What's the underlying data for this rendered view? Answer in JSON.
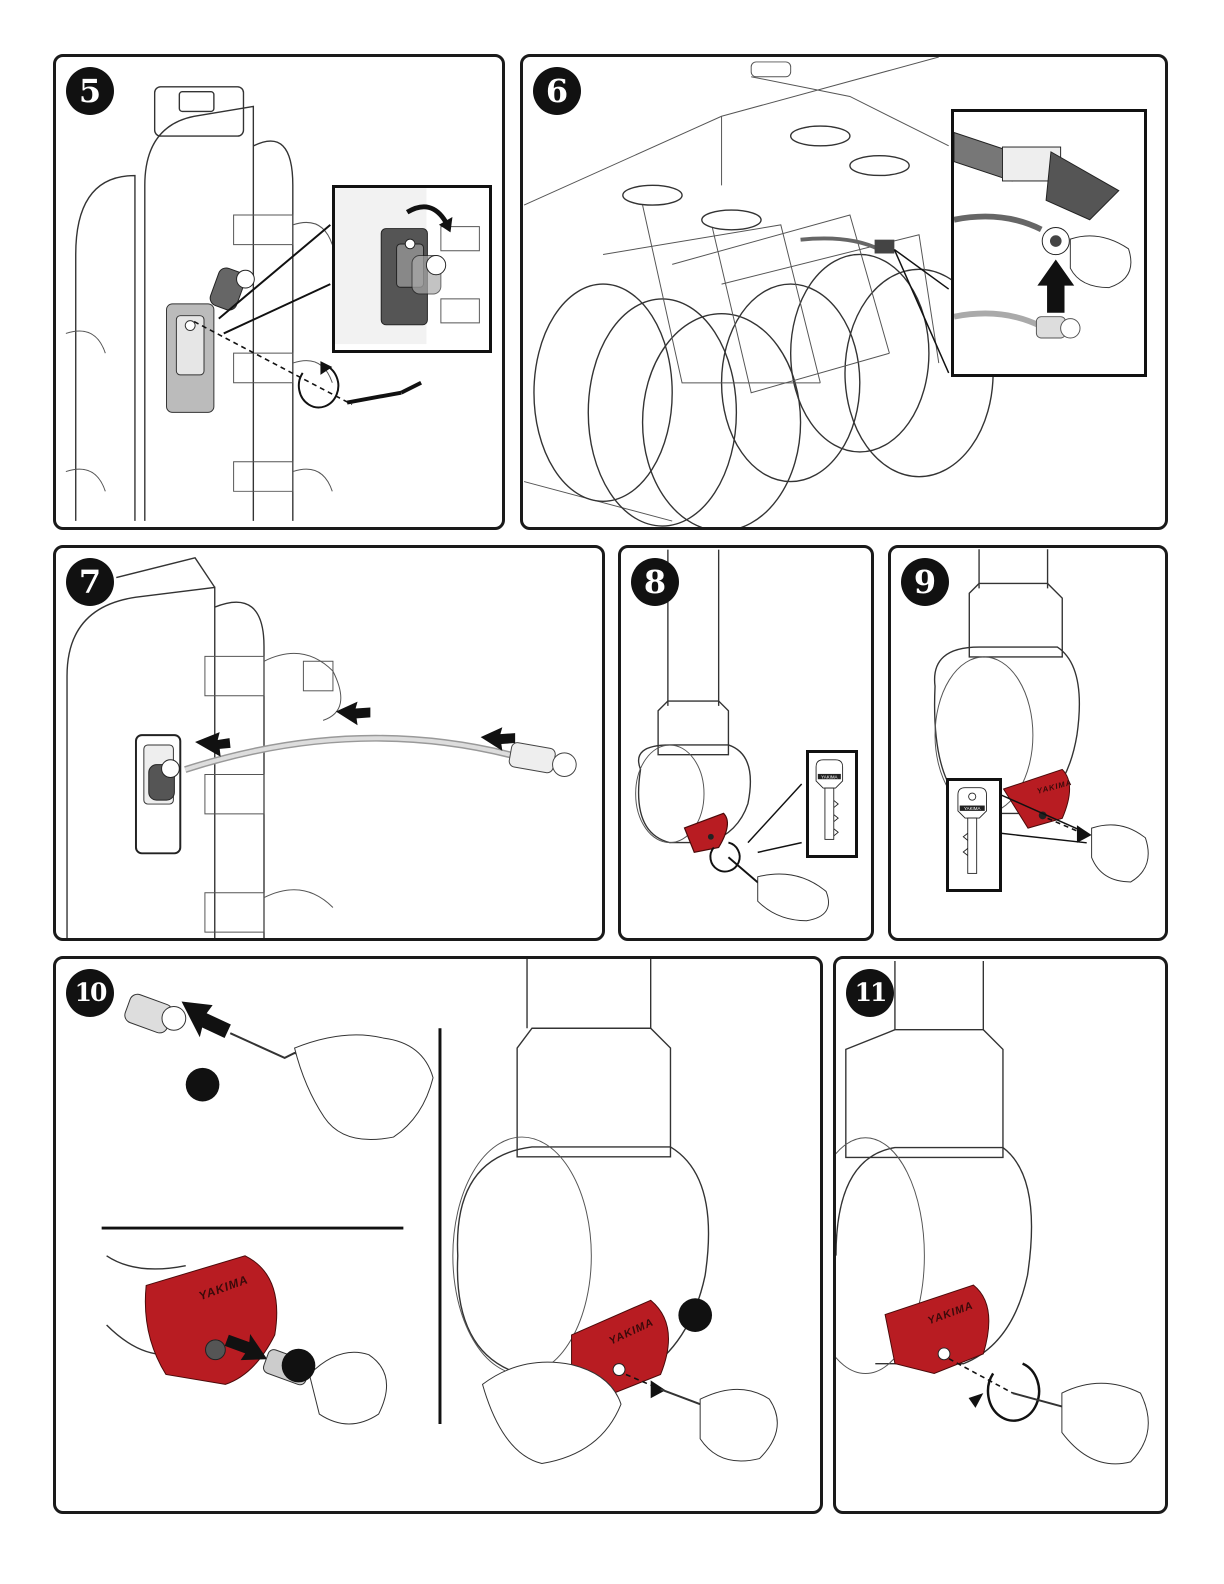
{
  "steps": [
    {
      "id": "5",
      "label": "5"
    },
    {
      "id": "6",
      "label": "6"
    },
    {
      "id": "7",
      "label": "7"
    },
    {
      "id": "8",
      "label": "8"
    },
    {
      "id": "9",
      "label": "9"
    },
    {
      "id": "10",
      "label": "10"
    },
    {
      "id": "11",
      "label": "11"
    }
  ],
  "brand": {
    "name": "YAKIMA"
  },
  "colors": {
    "lock_red": "#b81c22",
    "lock_gray": "#555555",
    "outline": "#1a1a1a"
  },
  "icons": [
    "curved-arrow-icon",
    "rotate-arrow-icon",
    "push-arrow-icon",
    "allen-key-icon",
    "key-icon",
    "hand-icon",
    "lock-cylinder-icon"
  ]
}
